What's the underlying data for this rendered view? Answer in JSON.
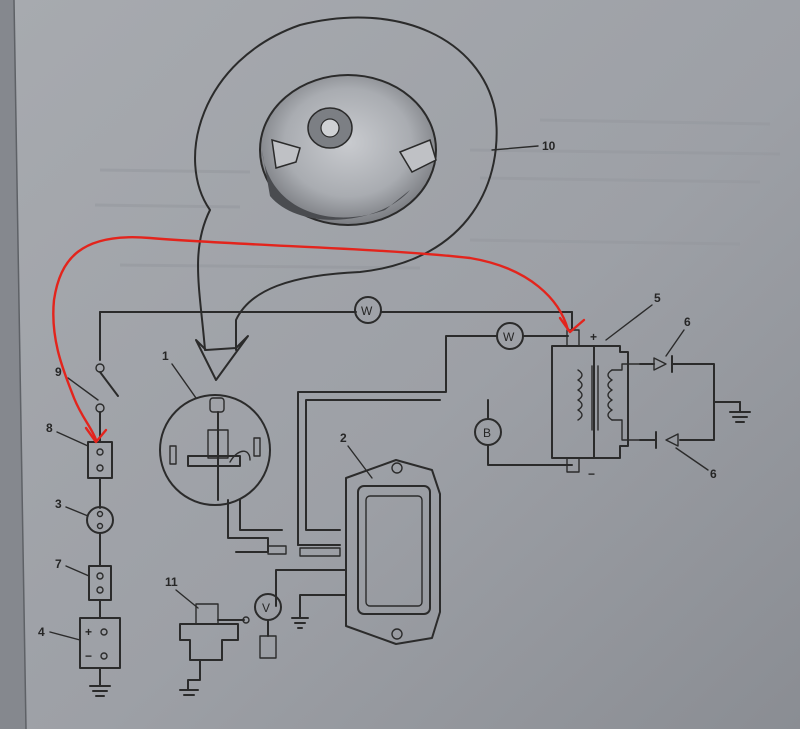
{
  "labels": {
    "n1": "1",
    "n2": "2",
    "n3": "3",
    "n4": "4",
    "n5": "5",
    "n6": "6",
    "n7": "7",
    "n8": "8",
    "n9": "9",
    "n10": "10",
    "n11": "11"
  },
  "meters": {
    "watt": "W",
    "b": "B",
    "volt": "V"
  },
  "symbols": {
    "plus": "+",
    "minus": "−"
  },
  "colors": {
    "annotation": "#e3241c",
    "ink": "#2b2b2b",
    "paper": "#9da0a6"
  }
}
